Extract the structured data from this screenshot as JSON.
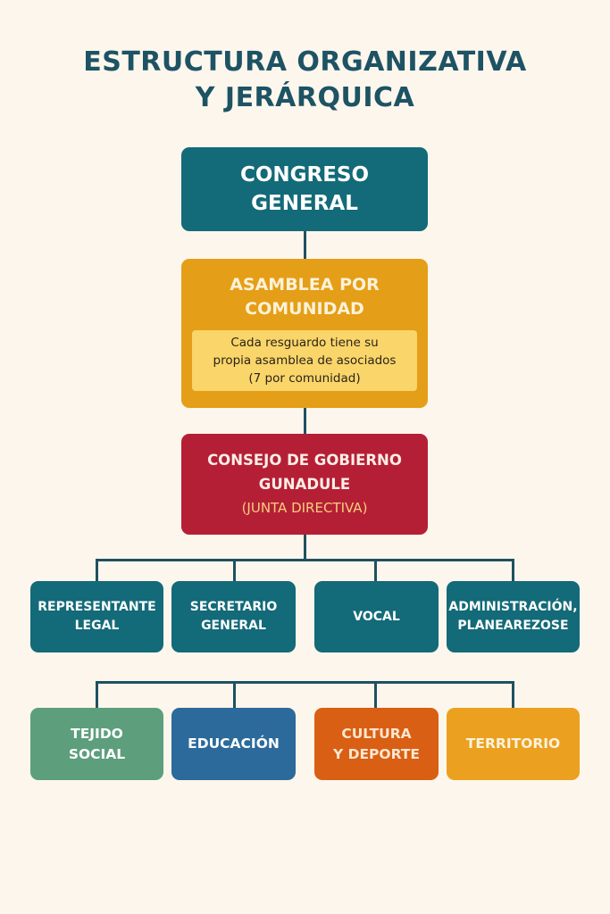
{
  "title": {
    "line1": "ESTRUCTURA ORGANIZATIVA",
    "line2": "Y JERÁRQUICA"
  },
  "colors": {
    "background": "#fdf6ec",
    "title": "#1d5364",
    "teal": "#136a78",
    "amber": "#e59e17",
    "amber_note": "#fad56a",
    "crimson": "#b51f36",
    "green": "#5d9e7d",
    "blue": "#2b6a9b",
    "orange": "#d95f14",
    "gold": "#eba11f",
    "connector": "#1f5162"
  },
  "congreso": {
    "line1": "CONGRESO",
    "line2": "GENERAL"
  },
  "asamblea": {
    "line1": "ASAMBLEA POR",
    "line2": "COMUNIDAD",
    "note": {
      "line1": "Cada resguardo tiene su",
      "line2": "propia asamblea de asociados",
      "line3": "(7 por comunidad)"
    }
  },
  "consejo": {
    "line1": "CONSEJO DE GOBIERNO",
    "line2": "GUNADULE",
    "line3": "(JUNTA DIRECTIVA)"
  },
  "roles": [
    {
      "line1": "REPRESENTANTE",
      "line2": "LEGAL"
    },
    {
      "line1": "SECRETARIO",
      "line2": "GENERAL"
    },
    {
      "line1": "VOCAL",
      "line2": ""
    },
    {
      "line1": "ADMINISTRACIÓN,",
      "line2": "PLANEAREZOSE"
    }
  ],
  "areas": [
    {
      "line1": "TEJIDO",
      "line2": "SOCIAL"
    },
    {
      "line1": "EDUCACIÓN",
      "line2": ""
    },
    {
      "line1": "CULTURA",
      "line2": "Y DEPORTE"
    },
    {
      "line1": "TERRITORIO",
      "line2": ""
    }
  ]
}
